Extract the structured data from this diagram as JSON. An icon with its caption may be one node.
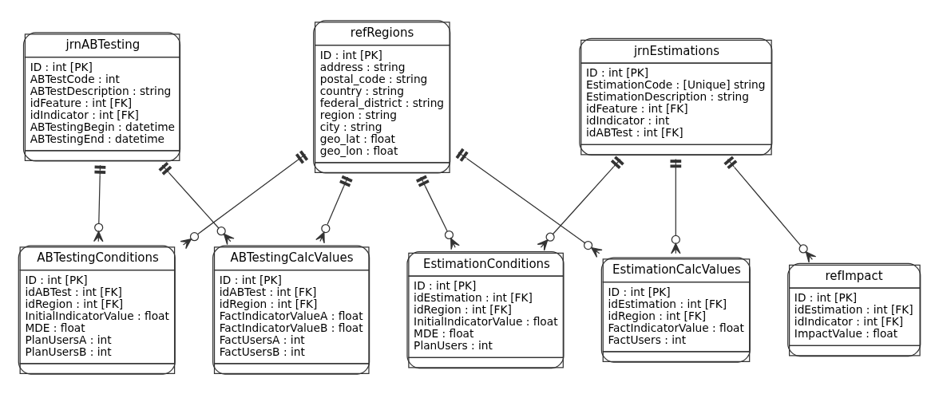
{
  "diagram": {
    "nodes": [
      {
        "text": [
          "jrnABTesting",
          "ID : int [PK]",
          "ABTestCode : int",
          "ABTestDescription : string",
          "idFeature : int [FK]",
          "idIndicator : int [FK]",
          "ABTestingBegin : datetime",
          "ABTestingEnd : datetime"
        ]
      },
      {
        "text": [
          "refRegions",
          "ID : int [PK]",
          "address : string",
          "postal_code : string",
          "country : string",
          "federal_district : string",
          "region : string",
          "city : string",
          "geo_lat : float",
          "geo_lon : float"
        ]
      },
      {
        "text": [
          "jrnEstimations",
          "ID : int [PK]",
          "EstimationCode : [Unique] string",
          "EstimationDescription : string",
          "idFeature : int [FK]",
          "idIndicator : int",
          "idABTest : int [FK]"
        ]
      },
      {
        "text": [
          "ABTestingCalcValues",
          "ID : int [PK]",
          "idABTest : int [FK]",
          "idRegion : int [FK]",
          "FactIndicatorValueA : float",
          "FactIndicatorValueB : float",
          "FactUsersA : int",
          "FactUsersB : int"
        ]
      },
      {
        "text": [
          "ABTestingConditions",
          "ID : int [PK]",
          "idABTest : int [FK]",
          "idRegion : int [FK]",
          "InitialIndicatorValue : float",
          "MDE : float",
          "PlanUsersA : int",
          "PlanUsersB : int"
        ]
      },
      {
        "text": [
          "EstimationCalcValues",
          "ID : int [PK]",
          "idEstimation : int [FK]",
          "idRegion : int [FK]",
          "FactIndicatorValue : float",
          "FactUsers : int"
        ]
      },
      {
        "text": [
          "EstimationConditions",
          "ID : int [PK]",
          "idEstimation : int [FK]",
          "idRegion : int [FK]",
          "InitialIndicatorValue : float",
          "MDE : float",
          "PlanUsers : int"
        ]
      },
      {
        "text": [
          "refImpact",
          "ID : int [PK]",
          "idEstimation : int [FK]",
          "idIndicator : int [FK]",
          "ImpactValue : float"
        ]
      }
    ],
    "edges": [
      {
        "from": 0,
        "to": 3,
        "arrow": "other"
      },
      {
        "from": 0,
        "to": 4,
        "arrow": "other"
      },
      {
        "from": 1,
        "to": 3,
        "arrow": "other"
      },
      {
        "from": 1,
        "to": 4,
        "arrow": "other"
      },
      {
        "from": 1,
        "to": 5,
        "arrow": "other"
      },
      {
        "from": 1,
        "to": 6,
        "arrow": "other"
      },
      {
        "from": 2,
        "to": 5,
        "arrow": "other"
      },
      {
        "from": 2,
        "to": 6,
        "arrow": "other"
      },
      {
        "from": 2,
        "to": 7,
        "arrow": "other"
      }
    ]
  }
}
